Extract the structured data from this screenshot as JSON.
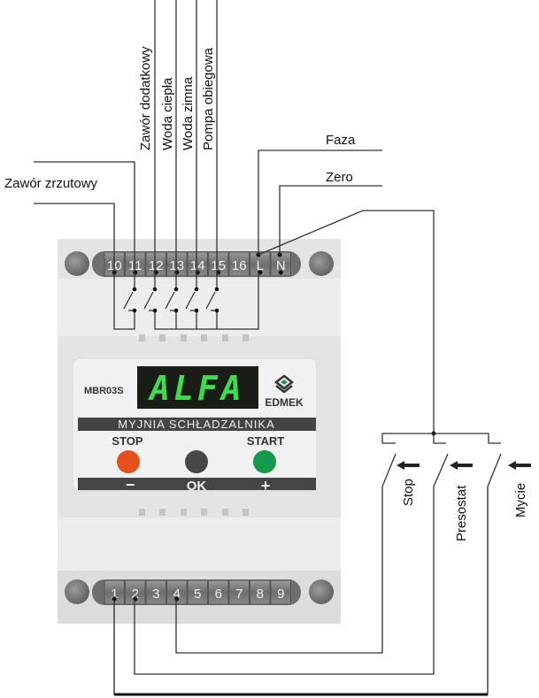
{
  "wire_labels": {
    "zawor_zrzutowy": "Zawór zrzutowy",
    "zawor_dodatkowy": "Zawór dodatkowy",
    "woda_ciepla": "Woda ciepła",
    "woda_zimna": "Woda zimna",
    "pompa_obiegowa": "Pompa obiegowa",
    "faza": "Faza",
    "zero": "Zero"
  },
  "top_terminals": [
    "10",
    "11",
    "12",
    "13",
    "14",
    "15",
    "16",
    "L",
    "N"
  ],
  "bottom_terminals": [
    "1",
    "2",
    "3",
    "4",
    "5",
    "6",
    "7",
    "8",
    "9"
  ],
  "panel": {
    "model": "MBR03S",
    "display": "ALFA",
    "brand": "EDMEK",
    "banner": "MYJNIA  SCHŁADZALNIKA",
    "stop_label": "STOP",
    "start_label": "START",
    "minus": "−",
    "ok": "OK",
    "plus": "+"
  },
  "switch_labels": [
    "Stop",
    "Presostat",
    "Mycie"
  ],
  "colors": {
    "stop": "#e8501a",
    "ok": "#474747",
    "start": "#149a4a",
    "display": "#3ddc4a"
  }
}
